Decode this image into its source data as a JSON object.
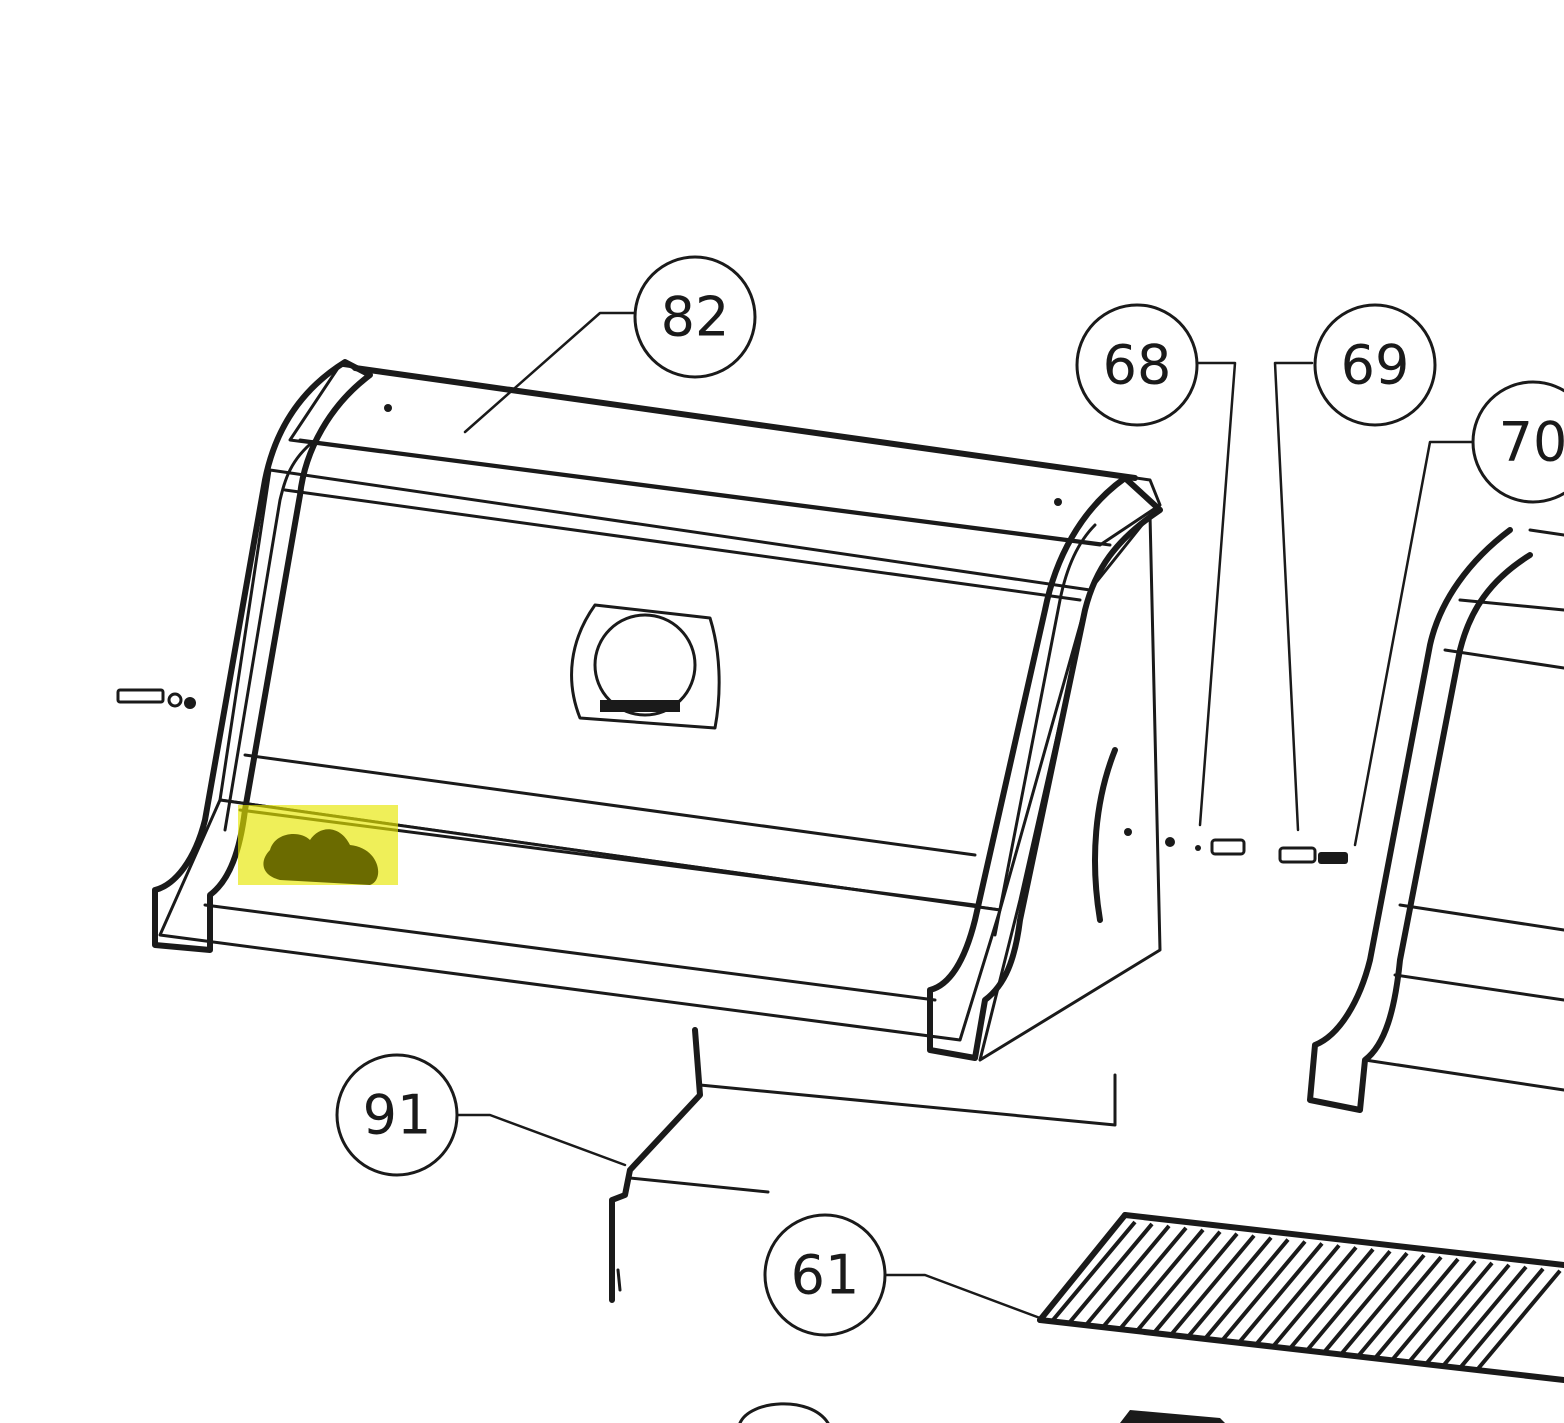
{
  "highlight_color": "#e6e600",
  "callouts": [
    {
      "id": "82",
      "label": "82"
    },
    {
      "id": "68",
      "label": "68"
    },
    {
      "id": "69",
      "label": "69"
    },
    {
      "id": "70",
      "label": "70"
    },
    {
      "id": "91",
      "label": "91"
    },
    {
      "id": "61",
      "label": "61"
    }
  ],
  "parts": {
    "lid": "hood-lid",
    "handle": "hood-handle",
    "thermometer_badge": "logo-badge",
    "grate": "cooking-grate",
    "wire": "igniter-wire"
  }
}
